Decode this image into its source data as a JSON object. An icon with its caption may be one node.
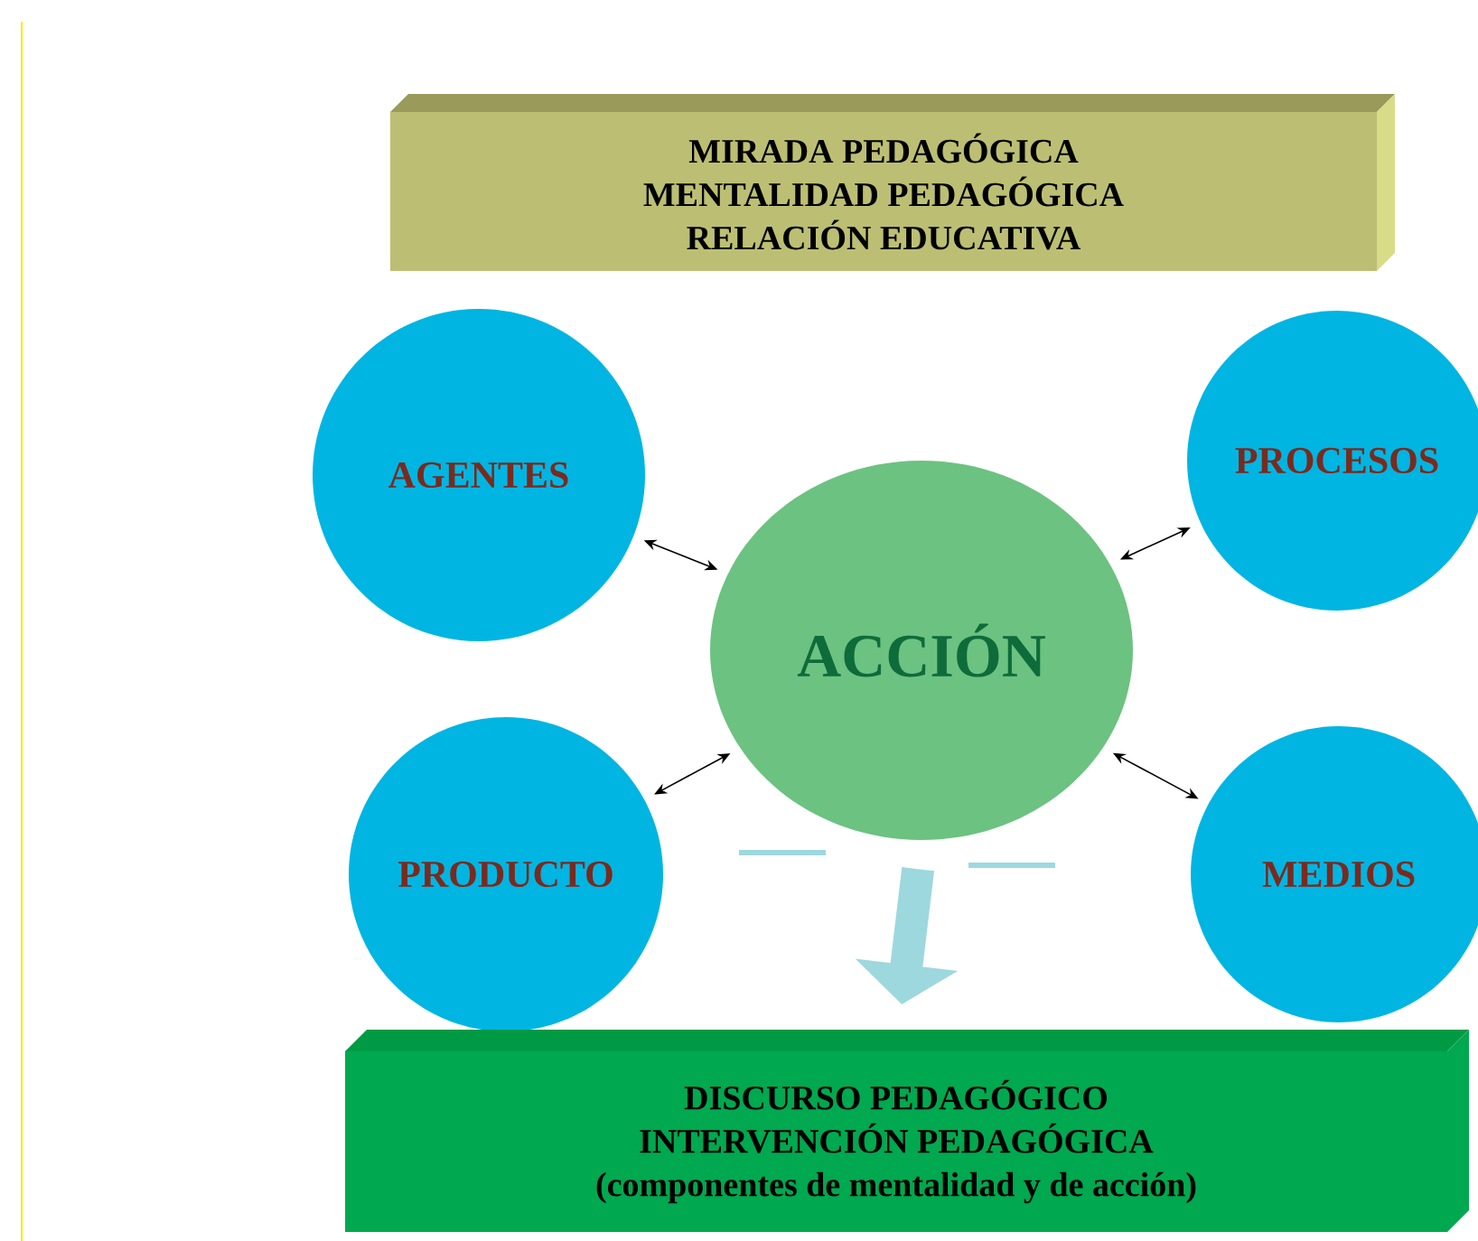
{
  "diagram": {
    "nodes": [
      {
        "text": [
          "MIRADA PEDAGÓGICA",
          "MENTALIDAD PEDAGÓGICA",
          "RELACIÓN EDUCATIVA"
        ]
      },
      {
        "text": [
          "AGENTES"
        ]
      },
      {
        "text": [
          "PROCESOS"
        ]
      },
      {
        "text": [
          "ACCIÓN"
        ]
      },
      {
        "text": [
          "PRODUCTO"
        ]
      },
      {
        "text": [
          "MEDIOS"
        ]
      },
      {
        "text": [
          "DISCURSO PEDAGÓGICO",
          "INTERVENCIÓN PEDAGÓGICA",
          "(componentes de mentalidad y de acción)"
        ]
      }
    ],
    "edges": [
      {
        "from": 3,
        "to": 1,
        "arrow": "both"
      },
      {
        "from": 3,
        "to": 2,
        "arrow": "both"
      },
      {
        "from": 3,
        "to": 4,
        "arrow": "both"
      },
      {
        "from": 3,
        "to": 5,
        "arrow": "both"
      },
      {
        "from": 3,
        "to": 6,
        "arrow": "to",
        "style": "thick",
        "color": "#9dd8de"
      }
    ]
  }
}
